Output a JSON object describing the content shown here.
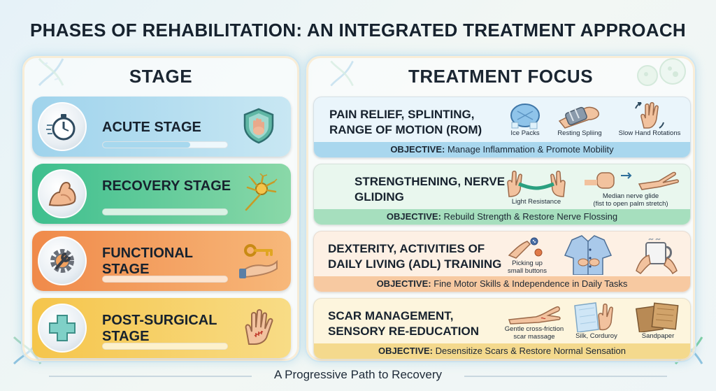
{
  "title": "PHASES OF REHABILITATION: AN INTEGRATED TREATMENT APPROACH",
  "left_panel": {
    "title": "STAGE",
    "stages": [
      {
        "label": "ACUTE STAGE",
        "color": "#9fd3ec",
        "progress": 0.7
      },
      {
        "label": "RECOVERY STAGE",
        "color": "#3dbf8e",
        "progress": 1.0
      },
      {
        "label": "FUNCTIONAL STAGE",
        "color": "#f08a4a",
        "progress": 1.0
      },
      {
        "label": "POST-SURGICAL STAGE",
        "color": "#f5c54b",
        "progress": 1.0
      }
    ]
  },
  "right_panel": {
    "title": "TREATMENT FOCUS",
    "cards": [
      {
        "title": "PAIN RELIEF,  SPLINTING, RANGE OF MOTION (ROM)",
        "objective_label": "OBJECTIVE:",
        "objective": "Manage Inflammation & Promote Mobility",
        "items": [
          "Ice Packs",
          "Resting Spliing",
          "Slow Hand Rotations"
        ]
      },
      {
        "title": "STRENGTHENING, NERVE GLIDING",
        "objective_label": "OBJECTIVE:",
        "objective": "Rebuild Strength & Restore Nerve Flossing",
        "items": [
          "Light Resistance",
          "Median nerve glide",
          "(fist to open palm stretch)"
        ]
      },
      {
        "title": "DEXTERITY, ACTIVITIES OF DAILY LIVING (ADL) TRAINING",
        "objective_label": "OBJECTIVE:",
        "objective": "Fine Motor Skills & Independence in Daily Tasks",
        "items": [
          "Picking up",
          "small buttons"
        ]
      },
      {
        "title": "SCAR MANAGEMENT, SENSORY RE-EDUCATION",
        "objective_label": "OBJECTIVE:",
        "objective": "Desensitize Scars & Restore Normal Sensation",
        "items": [
          "Gentle cross-friction",
          "scar massage",
          "Silk, Corduroy",
          "Sandpaper"
        ]
      }
    ]
  },
  "footer": "A Progressive Path to Recovery",
  "icons": [
    "stopwatch-icon",
    "shield-hand-icon",
    "flexed-arm-icon",
    "neuron-icon",
    "gear-wrench-icon",
    "key-hand-icon",
    "medical-cross-icon",
    "scarred-hand-icon",
    "ice-pack-icon",
    "wrist-splint-icon",
    "hand-rotation-icon",
    "resistance-band-icon",
    "nerve-glide-icon",
    "button-pinch-icon",
    "shirt-buttons-icon",
    "mug-hands-icon",
    "massage-hand-icon",
    "silk-cloth-icon",
    "sandpaper-icon",
    "dna-icon",
    "cells-icon"
  ]
}
